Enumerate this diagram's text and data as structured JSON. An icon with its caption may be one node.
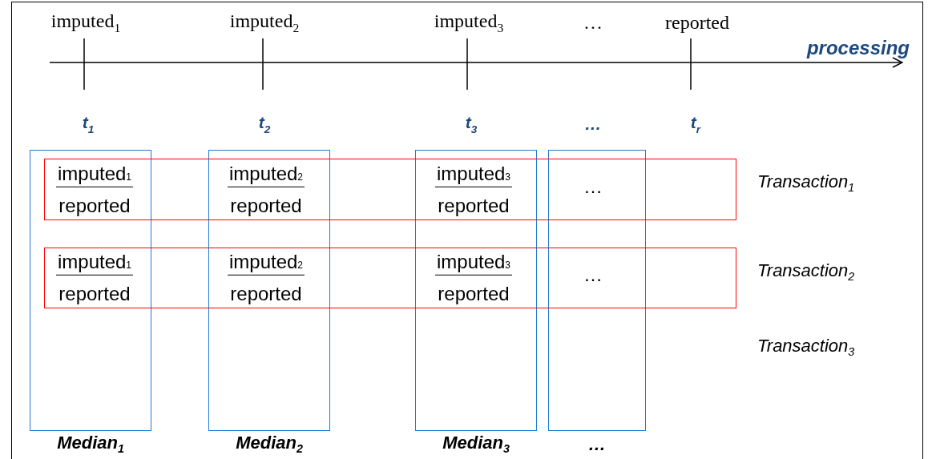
{
  "diagram": {
    "nodes": [
      {
        "text": [],
        "shape": "box",
        "beside": [
          "Median$_{1}$"
        ]
      },
      {
        "text": [],
        "shape": "box",
        "beside": [
          "Median$_{2}$"
        ]
      },
      {
        "text": [],
        "shape": "box",
        "beside": [
          "Median$_{3}$"
        ]
      },
      {
        "text": [],
        "shape": "box",
        "beside": [
          "…"
        ]
      },
      {
        "text": [],
        "shape": "box",
        "beside": [
          "Transaction$_{1}$"
        ]
      },
      {
        "text": [],
        "shape": "box",
        "beside": [
          "Transaction$_{2}$"
        ]
      }
    ],
    "labels": [
      "imputed$_{1}$",
      "imputed$_{2}$",
      "imputed$_{3}$",
      "…",
      "reported",
      "processing",
      "t$_{1}$",
      "t$_{2}$",
      "t$_{3}$",
      "…",
      "t$_{r}$",
      "imputed$_{1}$",
      "reported",
      "imputed$_{2}$",
      "reported",
      "imputed$_{3}$",
      "reported",
      "…",
      "imputed$_{1}$",
      "reported",
      "imputed$_{2}$",
      "reported",
      "imputed$_{3}$",
      "reported",
      "…",
      "Transaction$_{3}$"
    ]
  }
}
